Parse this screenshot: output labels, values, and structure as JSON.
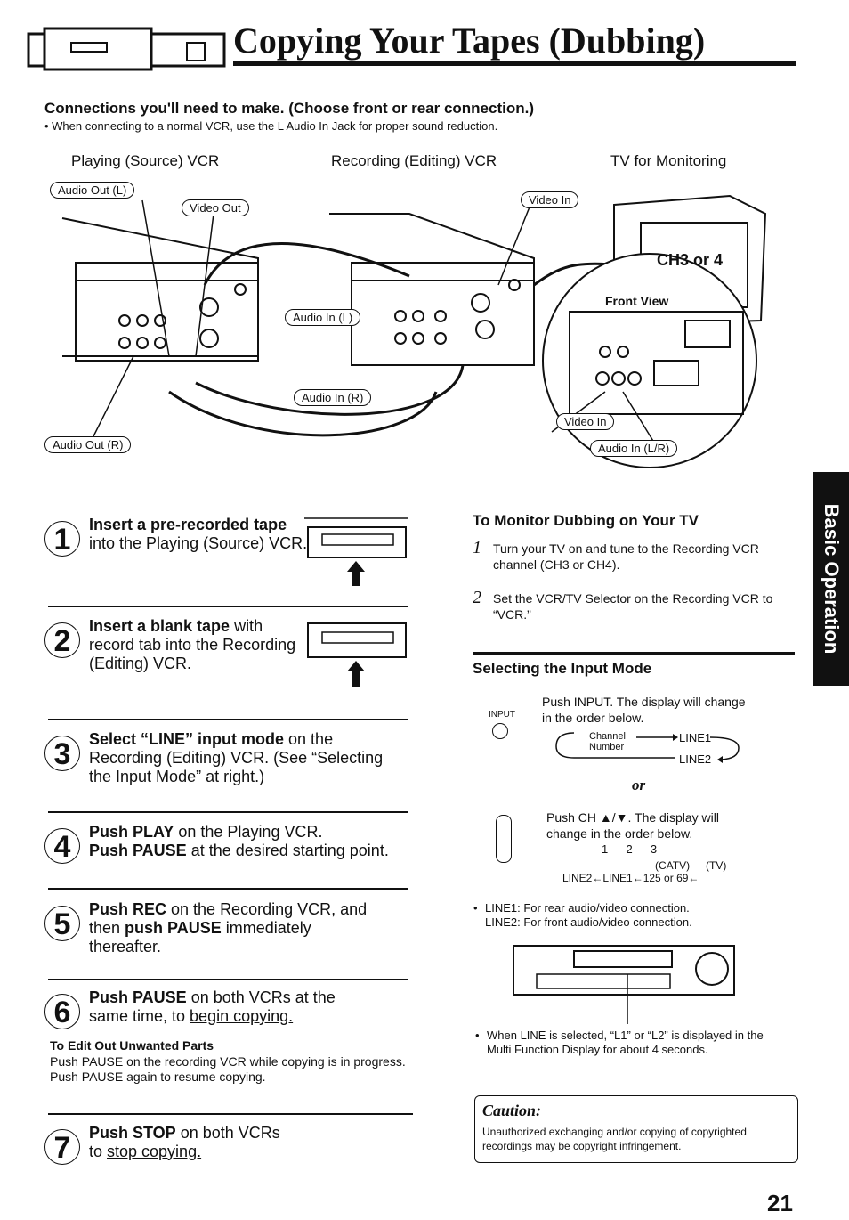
{
  "title": "Copying Your Tapes (Dubbing)",
  "connections": {
    "heading": "Connections you'll need to make. (Choose front or rear connection.)",
    "note": "• When connecting to a normal VCR, use the L Audio In Jack for proper sound reduction.",
    "col_playing": "Playing (Source) VCR",
    "col_recording": "Recording (Editing) VCR",
    "col_tv": "TV for Monitoring"
  },
  "diagram": {
    "audio_out_l": "Audio Out (L)",
    "video_out": "Video Out",
    "video_in": "Video In",
    "audio_in_l": "Audio In (L)",
    "audio_in_r": "Audio In (R)",
    "audio_out_r": "Audio Out (R)",
    "ch3_or_4": "CH3 or 4",
    "front_view": "Front View",
    "video_in_front": "Video In",
    "audio_in_lr": "Audio In (L/R)"
  },
  "steps": [
    {
      "num": "1",
      "bold": "Insert a pre-recorded tape",
      "rest": " into the Playing (Source) VCR."
    },
    {
      "num": "2",
      "bold": "Insert a blank tape",
      "rest": " with record tab into the Recording (Editing) VCR."
    },
    {
      "num": "3",
      "bold": "Select “LINE” input mode",
      "rest": " on the Recording (Editing) VCR. (See “Selecting the Input Mode” at right.)"
    },
    {
      "num": "4",
      "bold": "Push PLAY",
      "rest": " on the Playing VCR.",
      "bold2": "Push PAUSE",
      "rest2": " at the desired starting point."
    },
    {
      "num": "5",
      "bold": "Push REC",
      "rest": " on the Recording VCR, and then ",
      "bold2": "push PAUSE",
      "rest2": " immediately thereafter."
    },
    {
      "num": "6",
      "bold": "Push PAUSE",
      "rest": " on both VCRs at the same time, to ",
      "under": "begin copying."
    },
    {
      "num": "7",
      "bold": "Push STOP",
      "rest": " on both VCRs to ",
      "under": "stop copying."
    }
  ],
  "edit_out": {
    "heading": "To Edit Out Unwanted Parts",
    "text": "Push PAUSE on the recording VCR while copying is in progress. Push PAUSE again to resume copying."
  },
  "monitor": {
    "heading": "To Monitor Dubbing on Your TV",
    "items": [
      {
        "n": "1",
        "text": "Turn your TV on and tune to the Recording VCR channel (CH3 or CH4)."
      },
      {
        "n": "2",
        "text": "Set the VCR/TV Selector on the Recording VCR to “VCR.”"
      }
    ]
  },
  "input_mode": {
    "heading": "Selecting the Input Mode",
    "input_label": "INPUT",
    "push_input": "Push INPUT. The display will change in the order below.",
    "channel_number": "Channel Number",
    "line1": "LINE1",
    "line2": "LINE2",
    "or": "or",
    "push_ch": "Push CH ▲/▼. The display will change in the order below.",
    "seq_top": "1 — 2 — 3",
    "catv": "(CATV)",
    "tv": "(TV)",
    "seq_bottom": "LINE2←LINE1←125  or  69←",
    "line1_note": "LINE1: For rear audio/video connection.",
    "line2_note": "LINE2: For front audio/video connection.",
    "multi_note": "When LINE is selected, “L1” or “L2” is displayed in the Multi Function Display for about 4 seconds."
  },
  "caution": {
    "title": "Caution:",
    "text": "Unauthorized exchanging and/or copying of copyrighted recordings may be copyright infringement."
  },
  "side_tab": "Basic Operation",
  "page_number": "21"
}
